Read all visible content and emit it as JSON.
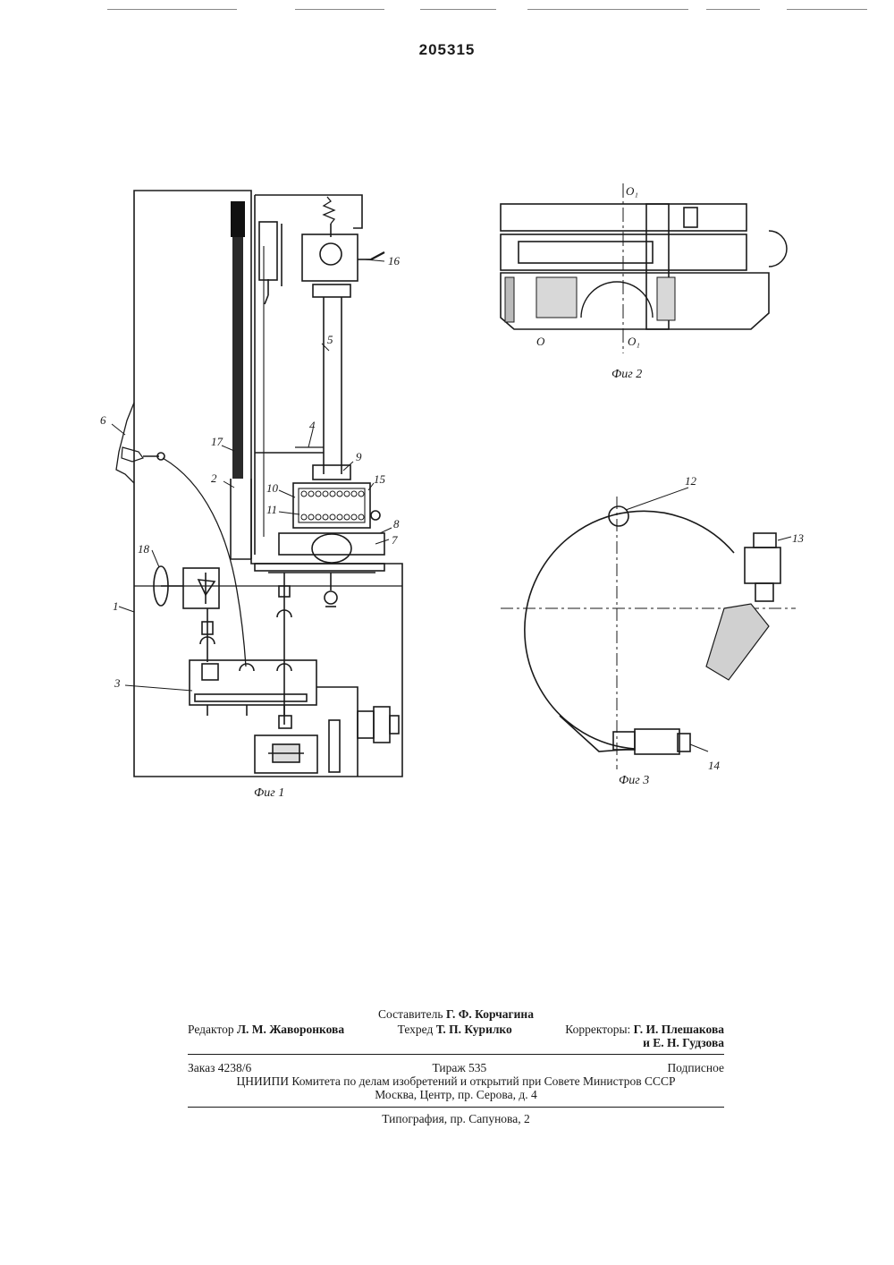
{
  "document": {
    "patent_number": "205315"
  },
  "figures": {
    "fig1": {
      "caption": "Фиг 1",
      "labels": [
        "1",
        "2",
        "3",
        "4",
        "5",
        "6",
        "7",
        "8",
        "9",
        "10",
        "11",
        "15",
        "16",
        "17",
        "18"
      ]
    },
    "fig2": {
      "caption": "Фиг 2",
      "axis_labels": [
        "O₁",
        "O",
        "O₁"
      ]
    },
    "fig3": {
      "caption": "Фиг 3",
      "labels": [
        "12",
        "13",
        "14"
      ]
    }
  },
  "colophon": {
    "compiler": {
      "role": "Составитель",
      "name": "Г. Ф. Корчагина"
    },
    "editor": {
      "role": "Редактор",
      "name": "Л. М. Жаворонкова"
    },
    "techred": {
      "role": "Техред",
      "name": "Т. П. Курилко"
    },
    "correctors": {
      "role": "Корректоры:",
      "name1": "Г. И. Плешакова",
      "name2": "и Е. Н. Гудзова"
    },
    "order": "Заказ  4238/6",
    "circulation": "Тираж  535",
    "subscription": "Подписное",
    "institute": "ЦНИИПИ Комитета по делам изобретений и открытий при Совете Министров СССР",
    "address": "Москва, Центр, пр. Серова, д. 4",
    "printer": "Типография, пр. Сапунова, 2"
  }
}
